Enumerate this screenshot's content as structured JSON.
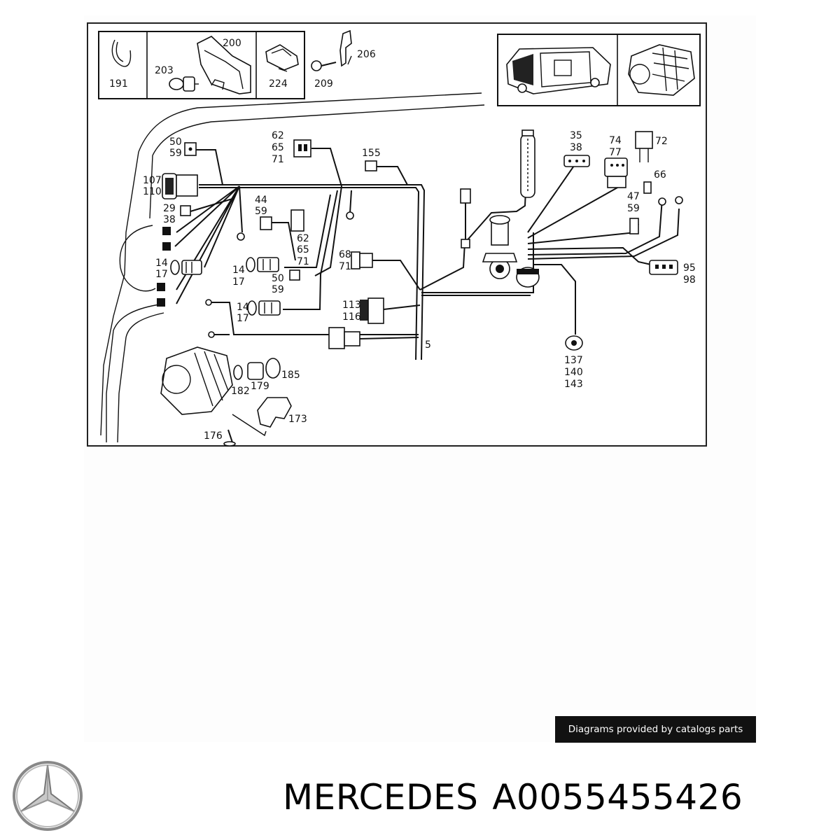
{
  "inset_labels": {
    "p191": "191",
    "p200": "200",
    "p203": "203",
    "p224": "224",
    "p206": "206",
    "p209": "209"
  },
  "labels": {
    "l50_59_top": [
      "50",
      "59"
    ],
    "l107_110": [
      "107",
      "110"
    ],
    "l29_38": [
      "29",
      "38"
    ],
    "l14_17_left": [
      "14",
      "17"
    ],
    "l62_65_71_top": [
      "62",
      "65",
      "71"
    ],
    "l155": "155",
    "l44_59": [
      "44",
      "59"
    ],
    "l62_65_71_mid": [
      "62",
      "65",
      "71"
    ],
    "l14_17_mid": [
      "14",
      "17"
    ],
    "l50_59_mid": [
      "50",
      "59"
    ],
    "l14_17_low": [
      "14",
      "17"
    ],
    "l68_71": [
      "68",
      "71"
    ],
    "l113_116": [
      "113",
      "116"
    ],
    "l5": "5",
    "l35_38": [
      "35",
      "38"
    ],
    "l74_77": [
      "74",
      "77"
    ],
    "l72": "72",
    "l66": "66",
    "l47_59": [
      "47",
      "59"
    ],
    "l95_98": [
      "95",
      "98"
    ],
    "l137_140_143": [
      "137",
      "140",
      "143"
    ],
    "l185": "185",
    "l182": "182",
    "l179": "179",
    "l173": "173",
    "l176": "176"
  },
  "credit": "Diagrams provided by catalogs parts",
  "caption": {
    "brand": "MERCEDES",
    "part_number": "A0055455426"
  }
}
